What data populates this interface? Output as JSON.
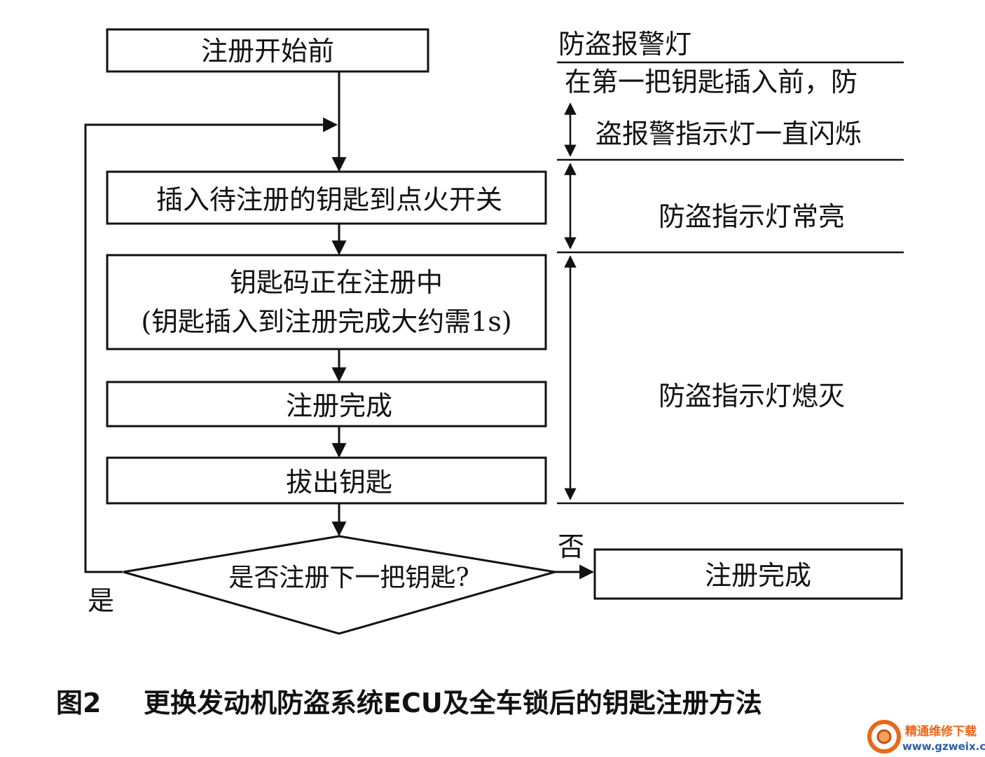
{
  "flow": {
    "start": "注册开始前",
    "insert": "插入待注册的钥匙到点火开关",
    "registering_line1": "钥匙码正在注册中",
    "registering_line2": "(钥匙插入到注册完成大约需1s)",
    "done": "注册完成",
    "remove": "拔出钥匙",
    "decision": "是否注册下一把钥匙?",
    "yes": "是",
    "no": "否",
    "final": "注册完成"
  },
  "indicator": {
    "header": "防盗报警灯",
    "phase1_line1": "在第一把钥匙插入前，防",
    "phase1_line2": "盗报警指示灯一直闪烁",
    "phase2": "防盗指示灯常亮",
    "phase3": "防盗指示灯熄灭"
  },
  "caption": {
    "fig": "图2",
    "title": "更换发动机防盗系统ECU及全车锁后的钥匙注册方法"
  },
  "watermark": {
    "line1": "精通维修下载",
    "line2": "www.gzweix.com",
    "accent_color": "#e8681a",
    "url_color": "#2a5fa8"
  }
}
